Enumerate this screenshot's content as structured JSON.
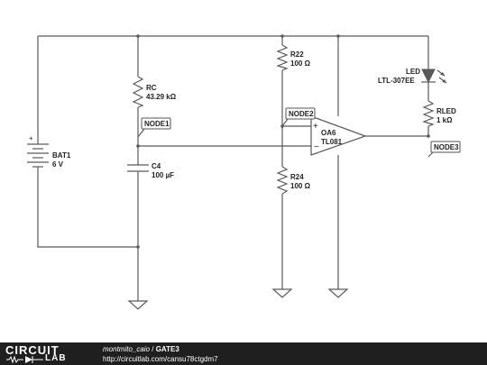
{
  "schematic": {
    "components": {
      "bat1": {
        "name": "BAT1",
        "value": "6 V"
      },
      "rc": {
        "name": "RC",
        "value": "43.29 kΩ"
      },
      "c4": {
        "name": "C4",
        "value": "100 µF"
      },
      "r22": {
        "name": "R22",
        "value": "100 Ω"
      },
      "r24": {
        "name": "R24",
        "value": "100 Ω"
      },
      "oa6": {
        "name": "OA6",
        "value": "TL081",
        "plus": "+",
        "minus": "−"
      },
      "led": {
        "name": "LED",
        "value": "LTL-307EE"
      },
      "rled": {
        "name": "RLED",
        "value": "1 kΩ"
      },
      "bat_plus": "+"
    },
    "nodes": {
      "node1": "NODE1",
      "node2": "NODE2",
      "node3": "NODE3"
    }
  },
  "footer": {
    "logo_top": "CIRCUIT",
    "logo_bottom": "LAB",
    "author": "montmito_caio",
    "separator": " / ",
    "project": "GATE3",
    "url": "http://circuitlab.com/cansu78ctgdm7"
  },
  "colors": {
    "wire": "#5a5a5a",
    "footer_bg": "#1f1f1f"
  }
}
